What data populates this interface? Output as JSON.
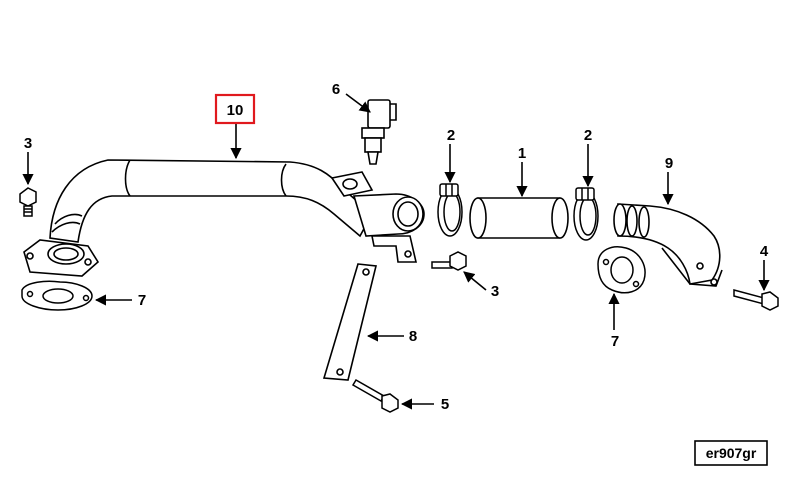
{
  "callouts": {
    "c10": "10",
    "c6": "6",
    "c3_left": "3",
    "c7_left": "7",
    "c2_left": "2",
    "c1": "1",
    "c2_right": "2",
    "c9": "9",
    "c3_mid": "3",
    "c8": "8",
    "c5": "5",
    "c4": "4",
    "c7_right": "7"
  },
  "drawing_id": "er907gr",
  "colors": {
    "line": "#000000",
    "highlight": "#e0191e",
    "part_fill": "#ffffff"
  }
}
